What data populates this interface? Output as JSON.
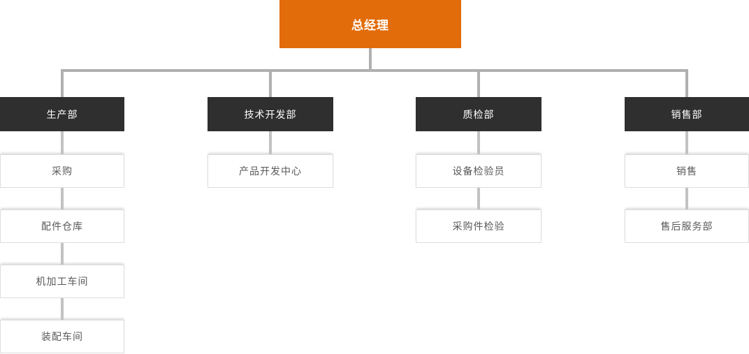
{
  "org_chart": {
    "root": "总经理",
    "columns": [
      {
        "dept": "生产部",
        "children": [
          "采购",
          "配件仓库",
          "机加工车间",
          "装配车间"
        ]
      },
      {
        "dept": "技术开发部",
        "children": [
          "产品开发中心"
        ]
      },
      {
        "dept": "质检部",
        "children": [
          "设备检验员",
          "采购件检验"
        ]
      },
      {
        "dept": "销售部",
        "children": [
          "销售",
          "售后服务部"
        ]
      }
    ]
  },
  "colors": {
    "root_bg": "#e26c0a",
    "dept_bg": "#2f2f2f",
    "connector_top": "#b0b0b0",
    "connector_child": "#c2c2c2",
    "leaf_border": "#dddddd",
    "leaf_text": "#595959"
  }
}
